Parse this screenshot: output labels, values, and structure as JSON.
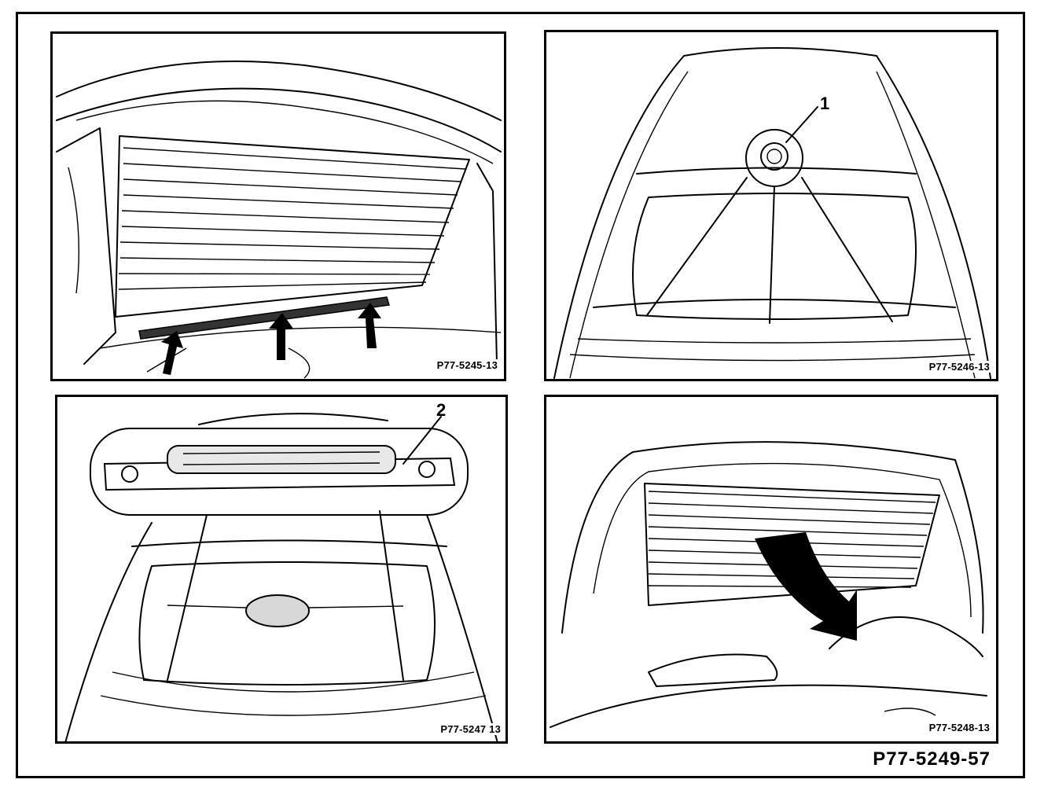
{
  "figure": {
    "master_ref": "P77-5249-57",
    "panels": [
      {
        "ref": "P77-5245-13"
      },
      {
        "ref": "P77-5246-13",
        "callout": "1"
      },
      {
        "ref": "P77-5247 13",
        "callout": "2"
      },
      {
        "ref": "P77-5248-13"
      }
    ]
  }
}
